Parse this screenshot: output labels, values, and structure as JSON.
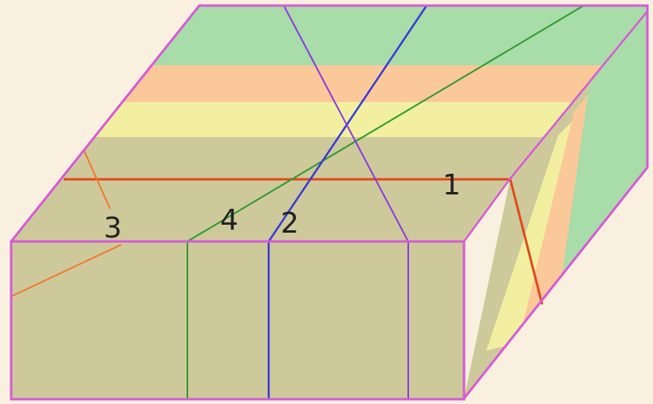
{
  "diagram": {
    "labels": {
      "l1": "1",
      "l2": "2",
      "l3": "3",
      "l4": "4"
    },
    "colors": {
      "background": "#faf0df",
      "green": "#a8dca8",
      "peach": "#fbc89a",
      "yellow": "#f2f0a0",
      "olive": "#cec99a",
      "edge": "#d65ad6",
      "line1": "#e04a1c",
      "line2": "#3a3ad6",
      "line3": "#f07a2a",
      "line4": "#2f9a2f"
    }
  }
}
